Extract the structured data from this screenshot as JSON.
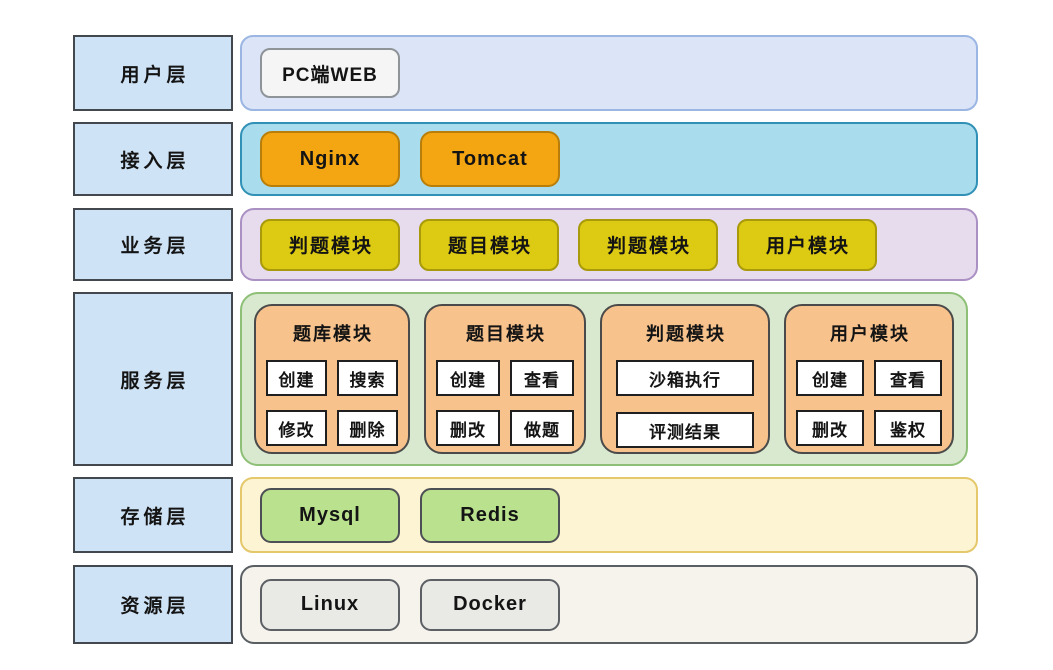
{
  "palette": {
    "label_box_bg": "#cfe3f6",
    "user_row_bg": "#dbe5f7",
    "access_row_bg": "#a9dcec",
    "business_row_bg": "#e7dcee",
    "service_row_bg": "#d9e9d0",
    "storage_row_bg": "#fdf4d4",
    "resource_row_bg": "#f5f3ec",
    "orange_node": "#f3a512",
    "yellow_node": "#ddca12",
    "service_card": "#f7c28c",
    "green_node": "#bae18d",
    "gray_node": "#e9e9e6"
  },
  "layers": [
    {
      "label": "用户层",
      "items": [
        "PC端WEB"
      ]
    },
    {
      "label": "接入层",
      "items": [
        "Nginx",
        "Tomcat"
      ]
    },
    {
      "label": "业务层",
      "items": [
        "判题模块",
        "题目模块",
        "判题模块",
        "用户模块"
      ]
    },
    {
      "label": "服务层",
      "cards": [
        {
          "title": "题库模块",
          "actions": [
            "创建",
            "搜索",
            "修改",
            "删除"
          ]
        },
        {
          "title": "题目模块",
          "actions": [
            "创建",
            "查看",
            "删改",
            "做题"
          ]
        },
        {
          "title": "判题模块",
          "actions": [
            "沙箱执行",
            "评测结果"
          ]
        },
        {
          "title": "用户模块",
          "actions": [
            "创建",
            "查看",
            "删改",
            "鉴权"
          ]
        }
      ]
    },
    {
      "label": "存储层",
      "items": [
        "Mysql",
        "Redis"
      ]
    },
    {
      "label": "资源层",
      "items": [
        "Linux",
        "Docker"
      ]
    }
  ]
}
